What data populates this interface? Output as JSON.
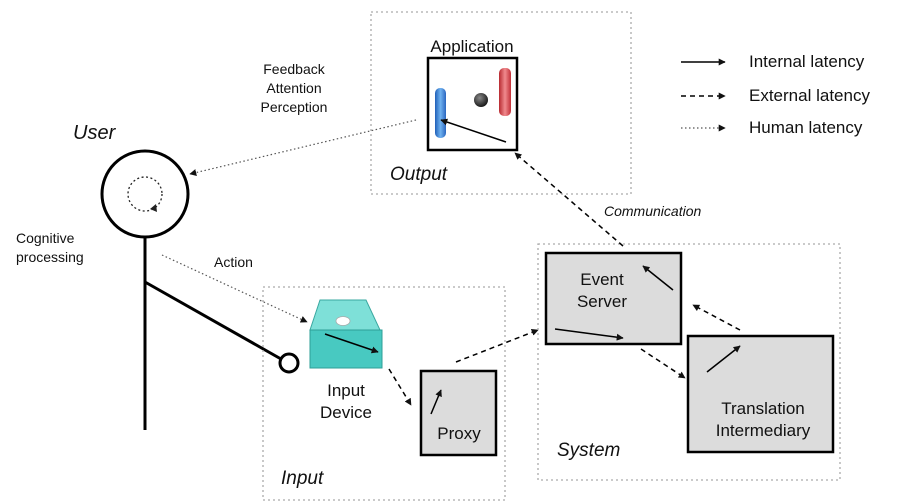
{
  "user": {
    "title": "User",
    "feedback_lines": [
      "Feedback",
      "Attention",
      "Perception"
    ],
    "cognitive_lines": [
      "Cognitive",
      "processing"
    ],
    "action": "Action"
  },
  "output": {
    "heading": "Application",
    "label": "Output"
  },
  "input": {
    "device_lines": [
      "Input",
      "Device"
    ],
    "proxy": "Proxy",
    "label": "Input"
  },
  "system": {
    "event_server_lines": [
      "Event",
      "Server"
    ],
    "translation_lines": [
      "Translation",
      "Intermediary"
    ],
    "label": "System",
    "communication": "Communication"
  },
  "legend": {
    "internal": "Internal latency",
    "external": "External latency",
    "human": "Human latency"
  },
  "colors": {
    "device": "#48c9c1",
    "box_fill": "#dcdcdc",
    "blue_cursor": "#3a7fd0",
    "red_cursor": "#d8474d"
  }
}
